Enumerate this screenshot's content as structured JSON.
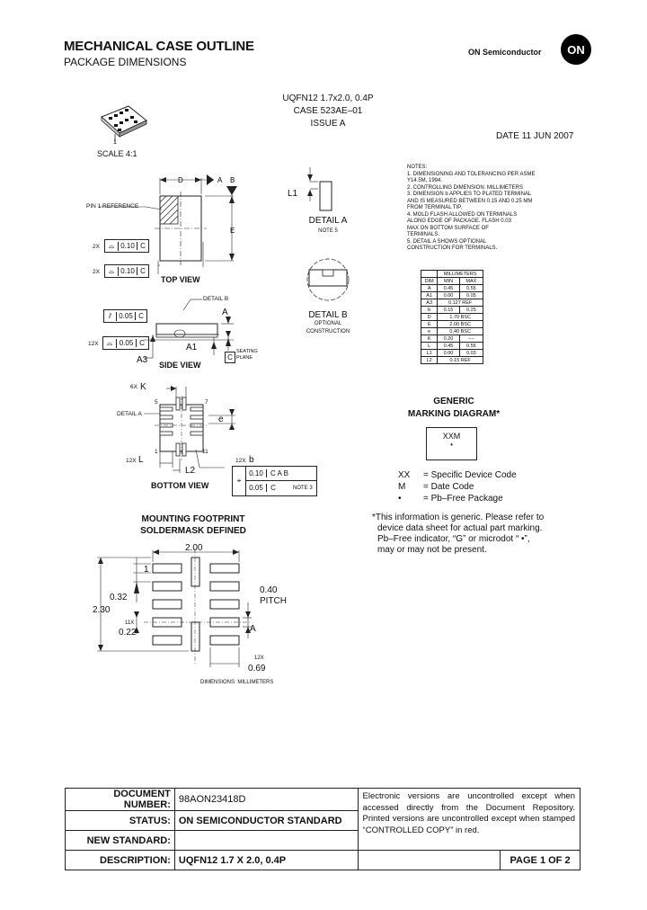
{
  "header": {
    "title": "MECHANICAL CASE OUTLINE",
    "subtitle": "PACKAGE DIMENSIONS",
    "brand": "ON Semiconductor",
    "logo": "ON"
  },
  "package": {
    "name": "UQFN12 1.7x2.0, 0.4P",
    "case": "CASE 523AE–01",
    "issue": "ISSUE A",
    "date": "DATE 11 JUN 2007",
    "scale": "SCALE 4:1"
  },
  "notes": {
    "heading": "NOTES:",
    "lines": [
      "1. DIMENSIONING AND TOLERANCING PER ASME",
      "    Y14.5M, 1994.",
      "2. CONTROLLING DIMENSION: MILLIMETERS",
      "3. DIMENSION b APPLIES TO PLATED TERMINAL",
      "    AND IS MEASURED BETWEEN 0.15 AND 0.25 MM",
      "    FROM TERMINAL TIP.",
      "4. MOLD FLASH ALLOWED ON TERMINALS",
      "    ALONG EDGE OF PACKAGE. FLASH 0.03",
      "    MAX ON BOTTOM SURFACE OF",
      "    TERMINALS.",
      "5. DETAIL A SHOWS OPTIONAL",
      "    CONSTRUCTION FOR TERMINALS."
    ]
  },
  "dim_table": {
    "unit": "MILLIMETERS",
    "headers": [
      "DIM",
      "MIN",
      "MAX"
    ],
    "rows": [
      [
        "A",
        "0.45",
        "0.55"
      ],
      [
        "A1",
        "0.00",
        "0.05"
      ],
      [
        "A3",
        "0.127 REF",
        ""
      ],
      [
        "b",
        "0.15",
        "0.25"
      ],
      [
        "D",
        "1.70 BSC",
        ""
      ],
      [
        "E",
        "2.00 BSC",
        ""
      ],
      [
        "e",
        "0.40 BSC",
        ""
      ],
      [
        "K",
        "0.20",
        "----"
      ],
      [
        "L",
        "0.45",
        "0.55"
      ],
      [
        "L1",
        "0.00",
        "0.03"
      ],
      [
        "L2",
        "0.15 REF",
        ""
      ]
    ]
  },
  "views": {
    "top": "TOP VIEW",
    "side": "SIDE VIEW",
    "bottom": "BOTTOM VIEW",
    "pin1": "PIN 1 REFERENCE",
    "detail_a": "DETAIL A",
    "detail_a_note": "NOTE 5",
    "detail_b": "DETAIL B",
    "detail_b_sub1": "OPTIONAL",
    "detail_b_sub2": "CONSTRUCTION",
    "seating": "SEATING",
    "plane": "PLANE"
  },
  "tolerances": {
    "t1_qty": "2X",
    "t1_val": "0.10",
    "t1_ref": "C",
    "t2_qty": "2X",
    "t2_val": "0.10",
    "t2_ref": "C",
    "flat_val": "0.05",
    "flat_ref": "C",
    "flat12_qty": "12X",
    "flat12_val": "0.05",
    "flat12_ref": "C",
    "pos1_val": "0.10",
    "pos1_refs": "C A B",
    "pos2_val": "0.05",
    "pos2_ref": "C",
    "note3": "NOTE 3"
  },
  "labels": {
    "D": "D",
    "E": "E",
    "A": "A",
    "B": "B",
    "C": "C",
    "A1": "A1",
    "A3": "A3",
    "L1": "L1",
    "K": "K",
    "K_qty": "6X",
    "L": "L",
    "L_qty": "12X",
    "L2": "L2",
    "b": "b",
    "b_qty": "12X",
    "e": "e",
    "detail_b_ref": "DETAIL B",
    "detail_a_ref": "DETAIL A",
    "pin5": "5",
    "pin7": "7",
    "pin1": "1",
    "pin11": "11"
  },
  "marking": {
    "title": "GENERIC",
    "title2": "MARKING DIAGRAM*",
    "line1": "XXM",
    "dot": "•",
    "legend": [
      [
        "XX",
        "= Specific Device Code"
      ],
      [
        "M",
        "= Date Code"
      ],
      [
        "•",
        "= Pb–Free Package"
      ]
    ],
    "footnote": [
      "*This information is generic. Please refer to",
      "device data sheet for actual part marking.",
      "Pb–Free indicator, “G” or microdot “ •”,",
      "may or may not be present."
    ]
  },
  "footprint": {
    "title": "MOUNTING FOOTPRINT",
    "title2": "SOLDERMASK DEFINED",
    "dims": {
      "width": "2.00",
      "pin1": "1",
      "pitch_val": "0.40",
      "pitch": "PITCH",
      "d032": "0.32",
      "d230": "2.30",
      "px": "11X",
      "d022": "0.22",
      "q12x": "12X",
      "d069": "0.69"
    },
    "unit_note": "DIMENSIONS: MILLIMETERS"
  },
  "footer": {
    "rows": [
      {
        "label": "DOCUMENT NUMBER:",
        "value": "98AON23418D"
      },
      {
        "label": "STATUS:",
        "value": "ON SEMICONDUCTOR STANDARD"
      },
      {
        "label": "NEW STANDARD:",
        "value": ""
      },
      {
        "label": "DESCRIPTION:",
        "value": "UQFN12 1.7 X 2.0, 0.4P"
      }
    ],
    "note": "Electronic versions are uncontrolled except when accessed directly from the Document Repository. Printed versions are uncontrolled except when stamped “CONTROLLED COPY” in red.",
    "page": "PAGE 1 OF 2"
  }
}
